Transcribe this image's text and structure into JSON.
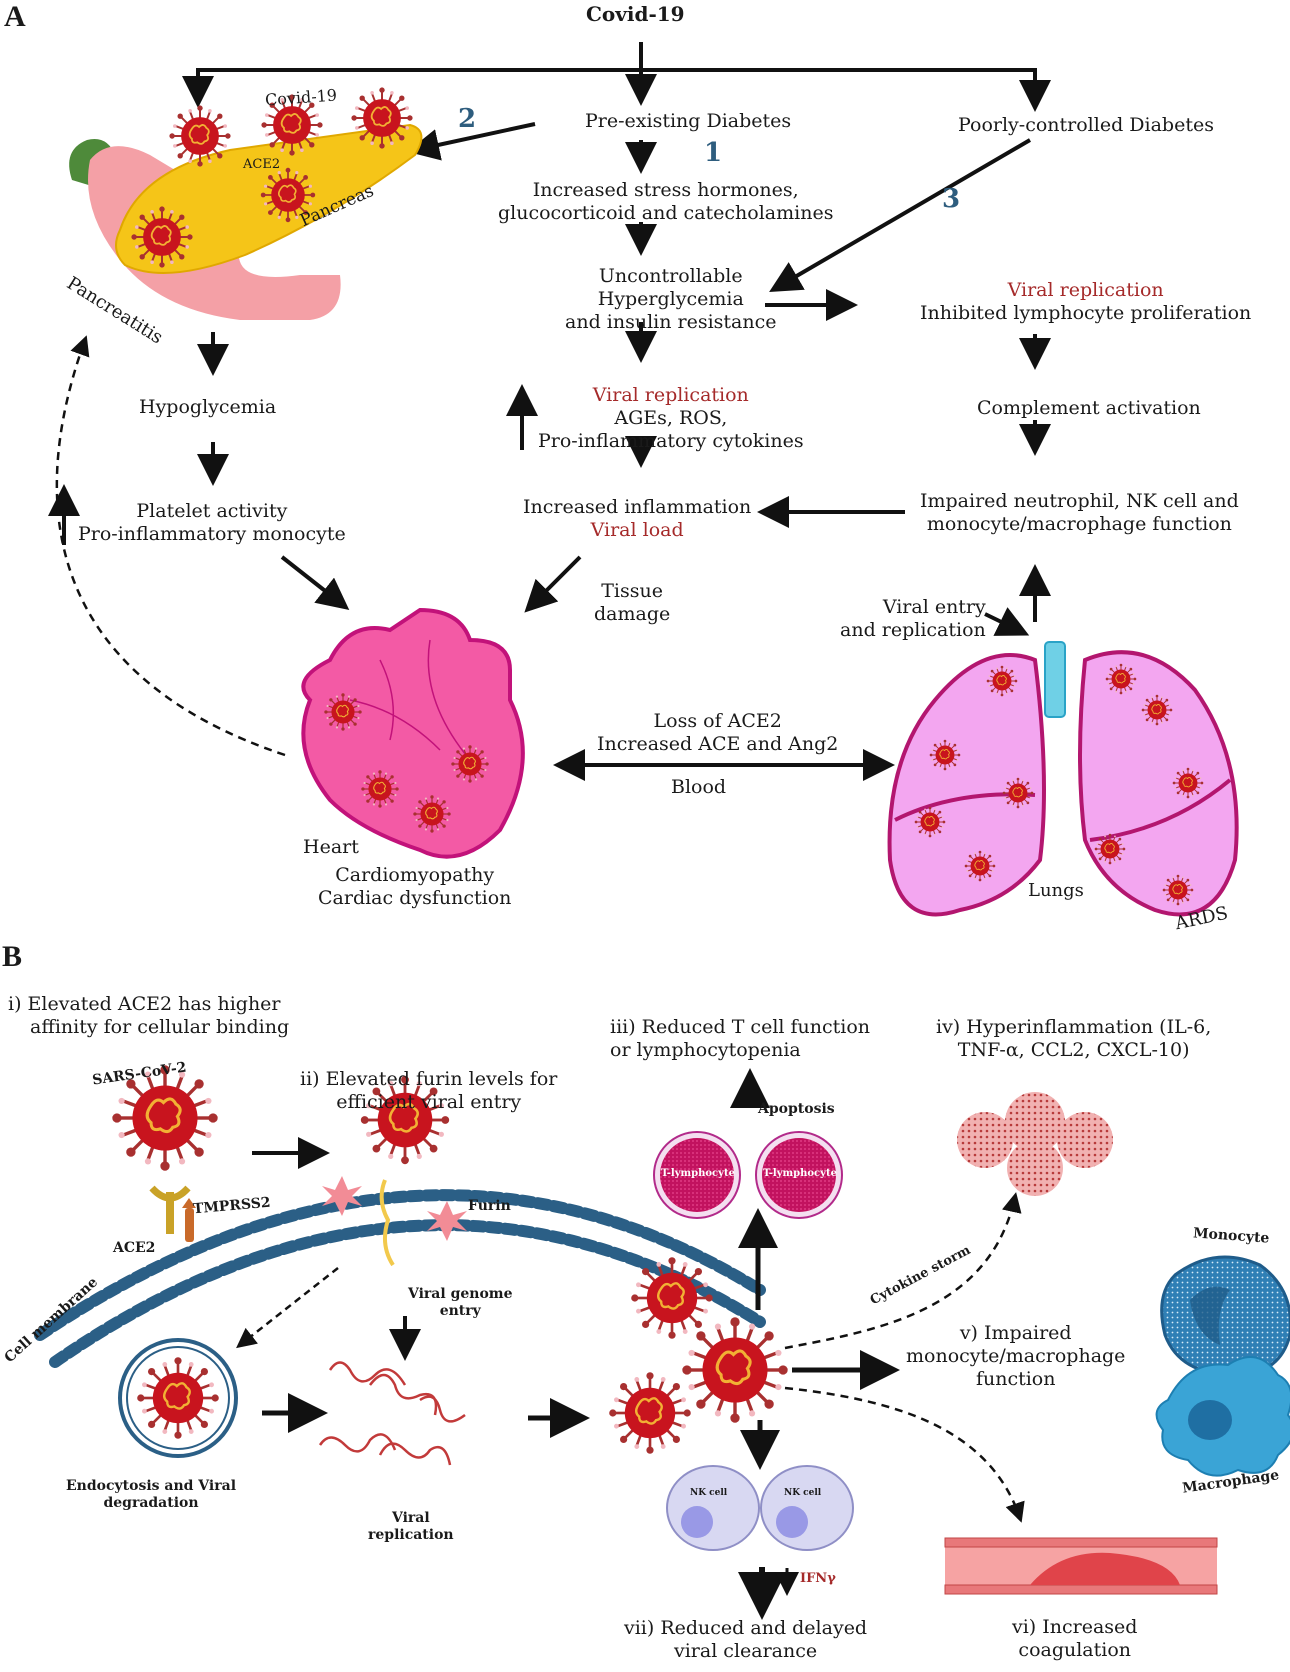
{
  "panel_a": {
    "label": "A",
    "root": "Covid-19",
    "branch_numbers": [
      "1",
      "2",
      "3"
    ],
    "pre_existing": "Pre-existing Diabetes",
    "poorly_controlled": "Poorly-controlled Diabetes",
    "stress_hormones": [
      "Increased  stress hormones,",
      "glucocorticoid and catecholamines"
    ],
    "hyperglycemia": [
      "Uncontrollable",
      "Hyperglycemia",
      "and insulin resistance"
    ],
    "viral_replication_center": {
      "highlight": "Viral replication",
      "lines": [
        "AGEs, ROS,",
        "Pro-inflammatory cytokines"
      ]
    },
    "inflammation": {
      "line": "Increased inflammation",
      "highlight": "Viral load"
    },
    "tissue_damage": [
      "Tissue",
      "damage"
    ],
    "viral_replication_right": {
      "highlight": "Viral replication",
      "line": "Inhibited lymphocyte proliferation"
    },
    "complement": "Complement activation",
    "impaired_neutrophil": [
      "Impaired neutrophil, NK cell and",
      "monocyte/macrophage function"
    ],
    "viral_entry": [
      "Viral entry",
      "and replication"
    ],
    "pancreas_labels": {
      "virus": "Covid-19",
      "receptor": "ACE2",
      "organ": "Pancreas",
      "condition": "Pancreatitis"
    },
    "hypoglycemia": "Hypoglycemia",
    "platelet": [
      "Platelet activity",
      "Pro-inflammatory monocyte"
    ],
    "heart": {
      "label": "Heart",
      "conditions": [
        "Cardiomyopathy",
        "Cardiac dysfunction"
      ]
    },
    "blood_link": {
      "above": [
        "Loss of ACE2",
        "Increased ACE and Ang2"
      ],
      "below": "Blood"
    },
    "lungs": {
      "label": "Lungs",
      "condition": "ARDS"
    }
  },
  "panel_b": {
    "label": "B",
    "step_i": [
      "i) Elevated ACE2 has higher",
      "affinity for cellular binding"
    ],
    "step_ii": [
      "ii) Elevated furin levels for",
      "efficient viral entry"
    ],
    "step_iii": [
      "iii) Reduced T cell function",
      "or lymphocytopenia"
    ],
    "step_iv": [
      "iv) Hyperinflammation  (IL-6,",
      "TNF-α, CCL2, CXCL-10)"
    ],
    "step_v": [
      "v) Impaired",
      "monocyte/macrophage",
      "function"
    ],
    "step_vi": [
      "vi) Increased",
      "coagulation"
    ],
    "step_vii": [
      "vii) Reduced and delayed",
      "viral clearance"
    ],
    "virus_label": "SARS-CoV-2",
    "ace2": "ACE2",
    "tmprss2": "TMPRSS2",
    "furin": "Furin",
    "cell_membrane": "Cell membrane",
    "genome_entry": [
      "Viral genome",
      "entry"
    ],
    "endocytosis": [
      "Endocytosis and Viral",
      "degradation"
    ],
    "replication": [
      "Viral",
      "replication"
    ],
    "apoptosis": "Apoptosis",
    "t_lymphocyte": "T-lymphocyte",
    "cytokine_storm": "Cytokine storm",
    "monocyte": "Monocyte",
    "macrophage": "Macrophage",
    "nk_cell": "NK cell",
    "ifn": "IFNγ"
  },
  "colors": {
    "virus": "#c8141e",
    "virus_spike": "#b03a3a",
    "rna": "#f2b134",
    "membrane": "#2b5f86",
    "organ_pink": "#f05aa8",
    "lung_fill": "#f3a6f0",
    "lung_edge": "#b3166f",
    "pancreas": "#f2c01a",
    "highlight_text": "#a52a2a",
    "number_blue": "#2e5d7e"
  }
}
